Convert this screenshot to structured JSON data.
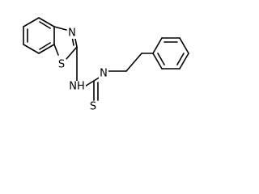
{
  "molecule": {
    "atom_labels": {
      "benzothiazole_nitrogen": "N",
      "benzothiazole_sulfur": "S",
      "thiourea_nh": "NH",
      "thiourea_n": "N",
      "thiocarbonyl_sulfur": "S"
    }
  }
}
